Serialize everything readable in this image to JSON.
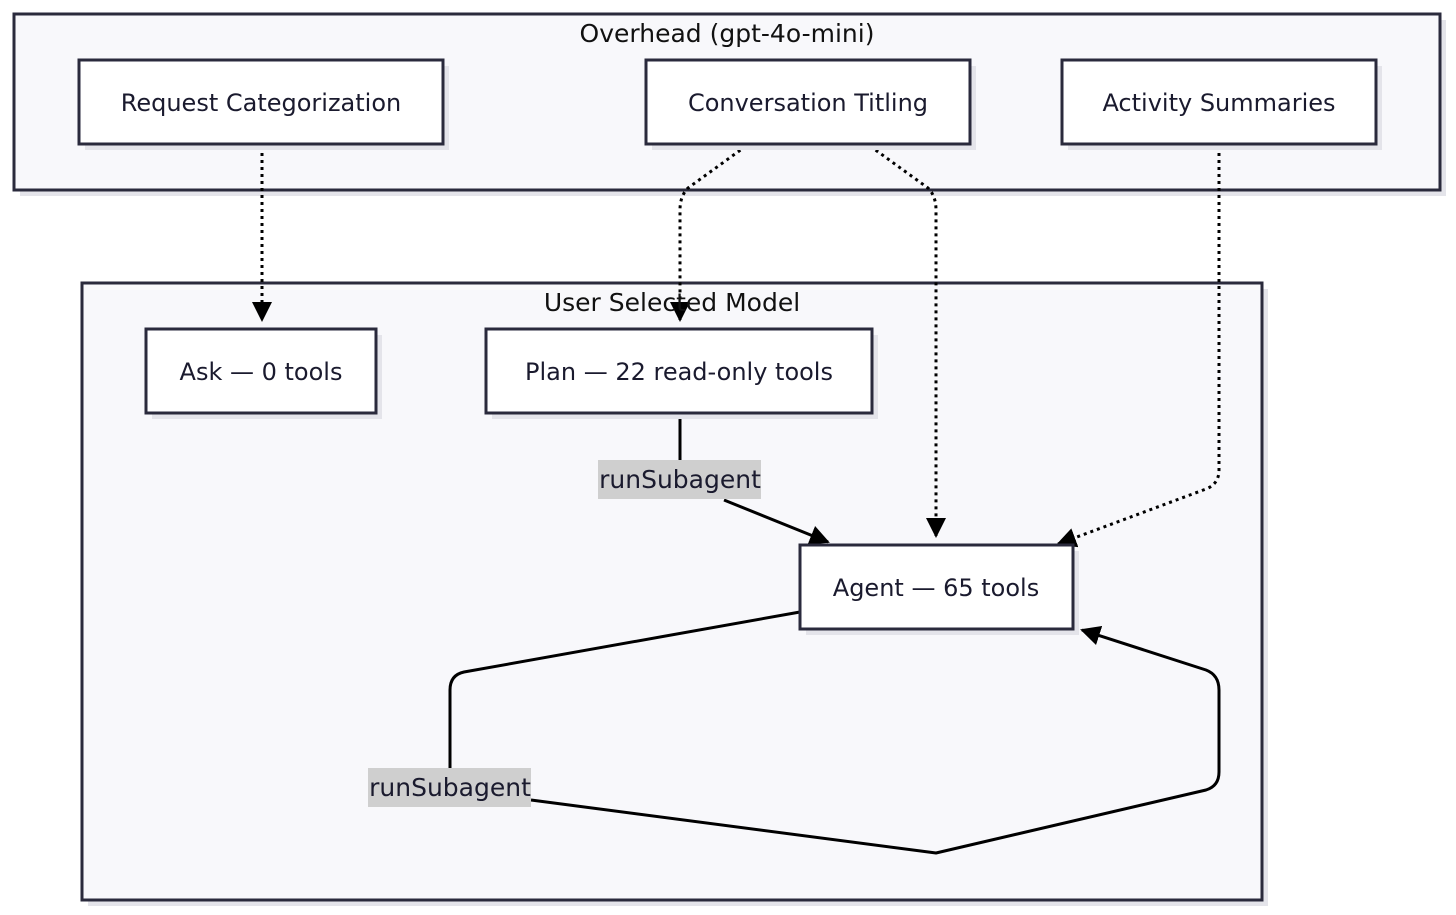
{
  "clusters": {
    "overhead": {
      "title": "Overhead (gpt-4o-mini)"
    },
    "user_selected": {
      "title": "User Selected Model"
    }
  },
  "nodes": {
    "request_categorization": {
      "label": "Request Categorization"
    },
    "conversation_titling": {
      "label": "Conversation Titling"
    },
    "activity_summaries": {
      "label": "Activity Summaries"
    },
    "ask": {
      "label": "Ask — 0 tools"
    },
    "plan": {
      "label": "Plan — 22 read-only tools"
    },
    "agent": {
      "label": "Agent — 65 tools"
    }
  },
  "edges": {
    "plan_to_agent": {
      "label": "runSubagent"
    },
    "agent_self": {
      "label": "runSubagent"
    }
  },
  "colors": {
    "border": "#2a2a3c",
    "cluster_fill": "#f8f8fb",
    "node_fill": "#ffffff",
    "edge_label_bg": "#cfcfcf"
  }
}
